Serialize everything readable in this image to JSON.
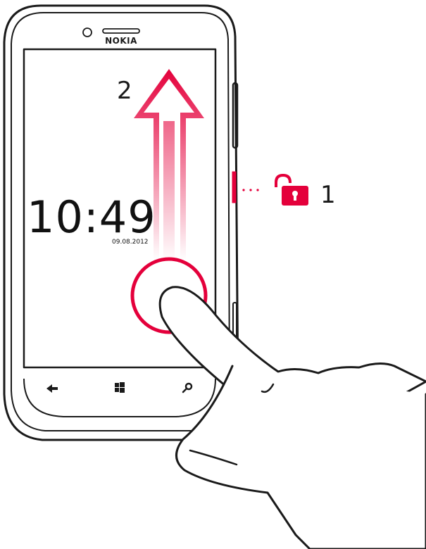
{
  "phone": {
    "brand": "NOKIA",
    "lock_screen": {
      "time": "10:49",
      "date": "09.08.2012"
    },
    "nav_buttons": [
      "back-icon",
      "windows-icon",
      "search-icon"
    ]
  },
  "callouts": {
    "step_1": "1",
    "step_2": "2"
  },
  "colors": {
    "accent": "#e4003b",
    "outline": "#1a1a1a"
  }
}
